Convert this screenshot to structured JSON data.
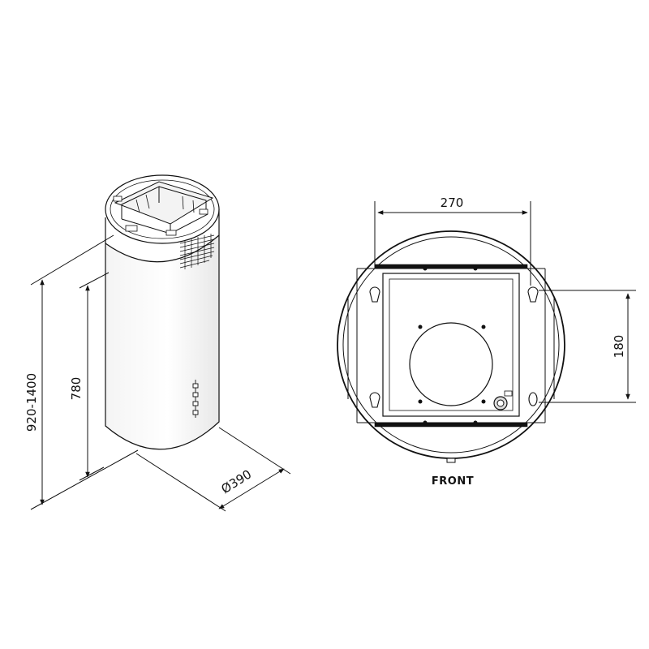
{
  "side_view": {
    "dim_total_height": "920-1400",
    "dim_body_height": "780",
    "dim_diameter": "Ø390"
  },
  "top_view": {
    "dim_hole_width": "270",
    "dim_hole_height": "180",
    "front_label": "FRONT"
  },
  "colors": {
    "line": "#111111",
    "body_fill": "#ffffff",
    "shade": "#e6e6e6"
  }
}
